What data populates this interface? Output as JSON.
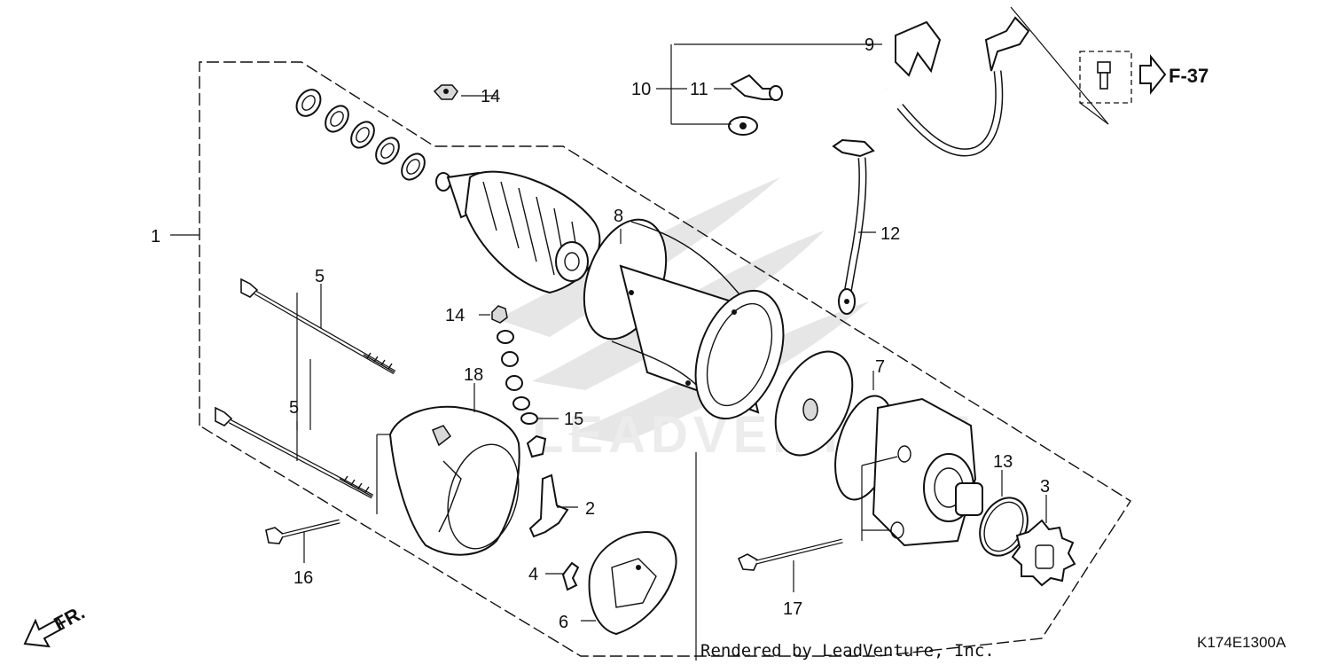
{
  "callouts": {
    "c1": "1",
    "c2": "2",
    "c3": "3",
    "c4": "4",
    "c5a": "5",
    "c5b": "5",
    "c6": "6",
    "c7": "7",
    "c8": "8",
    "c9": "9",
    "c10": "10",
    "c11": "11",
    "c12": "12",
    "c13": "13",
    "c14a": "14",
    "c14b": "14",
    "c15": "15",
    "c16": "16",
    "c17": "17",
    "c18": "18"
  },
  "reference": {
    "label": "F-37"
  },
  "direction": {
    "label": "FR."
  },
  "footer": {
    "credit": "Rendered by LeadVenture, Inc.",
    "diagram_code": "K174E1300A"
  },
  "watermark": {
    "logo": "leadventure-wing-logo"
  }
}
